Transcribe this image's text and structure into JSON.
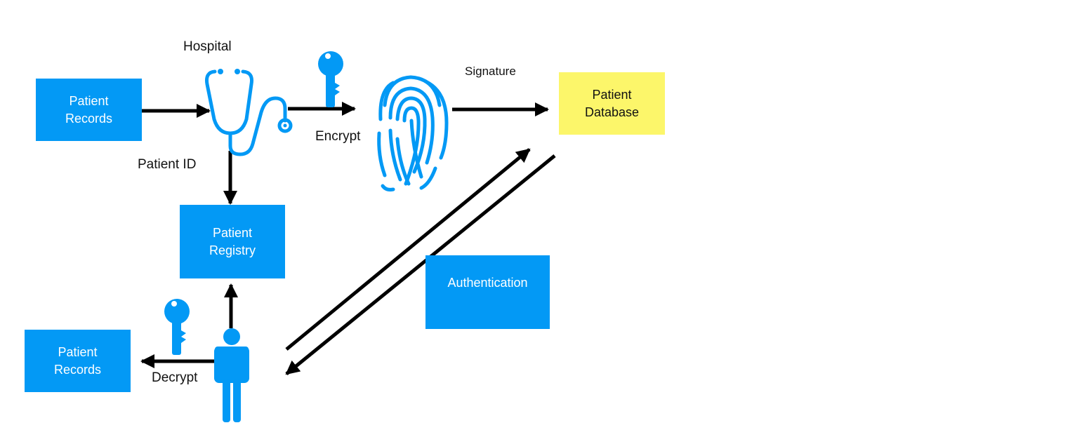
{
  "colors": {
    "box_blue": "#0399F5",
    "box_yellow": "#FCF66A",
    "arrow": "#000000"
  },
  "nodes": {
    "patient_records_top": "Patient\nRecords",
    "patient_database": "Patient\nDatabase",
    "patient_registry": "Patient\nRegistry",
    "authentication": "Authentication",
    "patient_records_bottom": "Patient\nRecords"
  },
  "labels": {
    "hospital": "Hospital",
    "signature": "Signature",
    "encrypt": "Encrypt",
    "patient_id": "Patient ID",
    "decrypt": "Decrypt"
  },
  "icons": [
    "stethoscope-icon",
    "key-icon",
    "fingerprint-icon",
    "person-icon"
  ]
}
